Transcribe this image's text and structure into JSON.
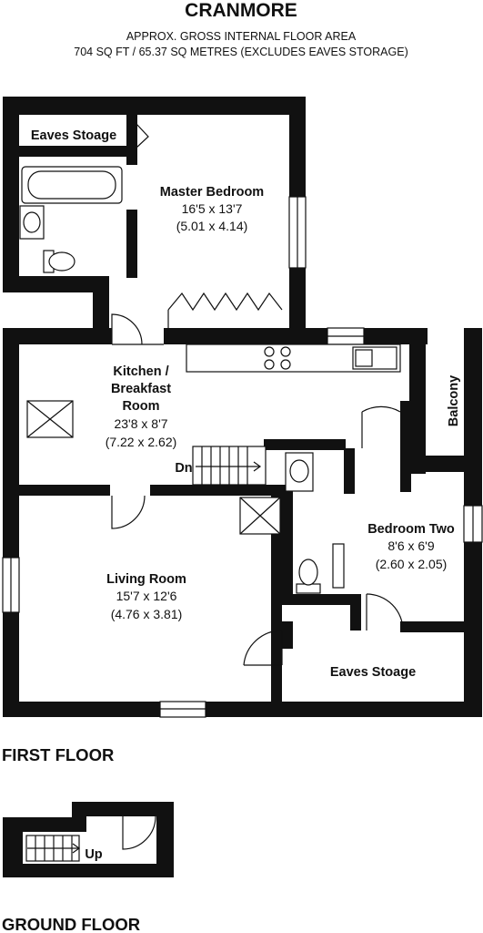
{
  "header": {
    "title": "CRANMORE",
    "area_line1": "APPROX. GROSS INTERNAL FLOOR AREA",
    "area_line2": "704 SQ FT / 65.37 SQ METRES (EXCLUDES EAVES STORAGE)"
  },
  "first_floor": {
    "label": "FIRST FLOOR",
    "rooms": {
      "eaves_top": {
        "name": "Eaves Stoage"
      },
      "master_bedroom": {
        "name": "Master Bedroom",
        "imperial": "16'5 x 13'7",
        "metric": "(5.01 x 4.14)"
      },
      "kitchen": {
        "name_line1": "Kitchen /",
        "name_line2": "Breakfast",
        "name_line3": "Room",
        "imperial": "23'8 x 8'7",
        "metric": "(7.22 x 2.62)"
      },
      "balcony": {
        "name": "Balcony"
      },
      "stairs_down": {
        "label": "Dn"
      },
      "living_room": {
        "name": "Living Room",
        "imperial": "15'7 x 12'6",
        "metric": "(4.76 x 3.81)"
      },
      "bedroom_two": {
        "name": "Bedroom Two",
        "imperial": "8'6 x 6'9",
        "metric": "(2.60 x 2.05)"
      },
      "eaves_bottom": {
        "name": "Eaves Stoage"
      }
    }
  },
  "ground_floor": {
    "label": "GROUND FLOOR",
    "stairs_up": {
      "label": "Up"
    }
  }
}
